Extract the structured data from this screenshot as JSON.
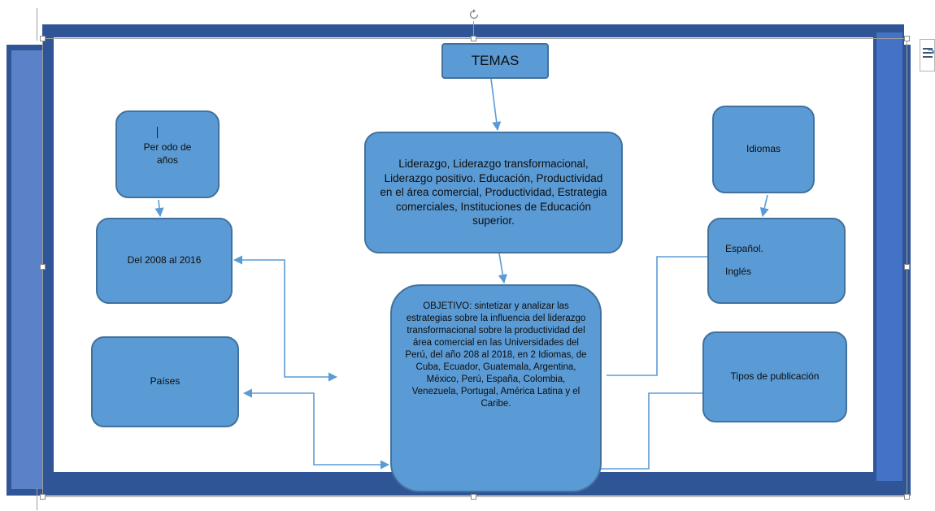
{
  "diagram": {
    "title": "TEMAS",
    "topics": "Liderazgo, Liderazgo transformacional, Liderazgo positivo. Educación, Productividad en el área comercial, Productividad, Estrategia comerciales, Instituciones de Educación superior.",
    "objective": "OBJETIVO: sintetizar y analizar las estrategias sobre la influencia del liderazgo transformacional sobre la productividad del área comercial en las Universidades del Perú, del año 208 al 2018, en  2 Idiomas, de Cuba, Ecuador, Guatemala, Argentina, México, Perú, España, Colombia, Venezuela, Portugal, América Latina y el Caribe.",
    "period_label": "Per odo de años",
    "period_value": "Del 2008 al 2016",
    "countries": "Países",
    "languages_label": "Idiomas",
    "languages": [
      "Español.",
      "Inglés"
    ],
    "publication_types": "Tipos de publicación"
  },
  "colors": {
    "box_fill": "#5b9bd5",
    "box_border": "#41719c",
    "connector": "#5b9bd5",
    "frame_dark": "#2f5597",
    "frame_mid": "#4472c4"
  },
  "icons": {
    "rotate": "rotate-handle-icon",
    "layout_options": "layout-options-icon"
  }
}
